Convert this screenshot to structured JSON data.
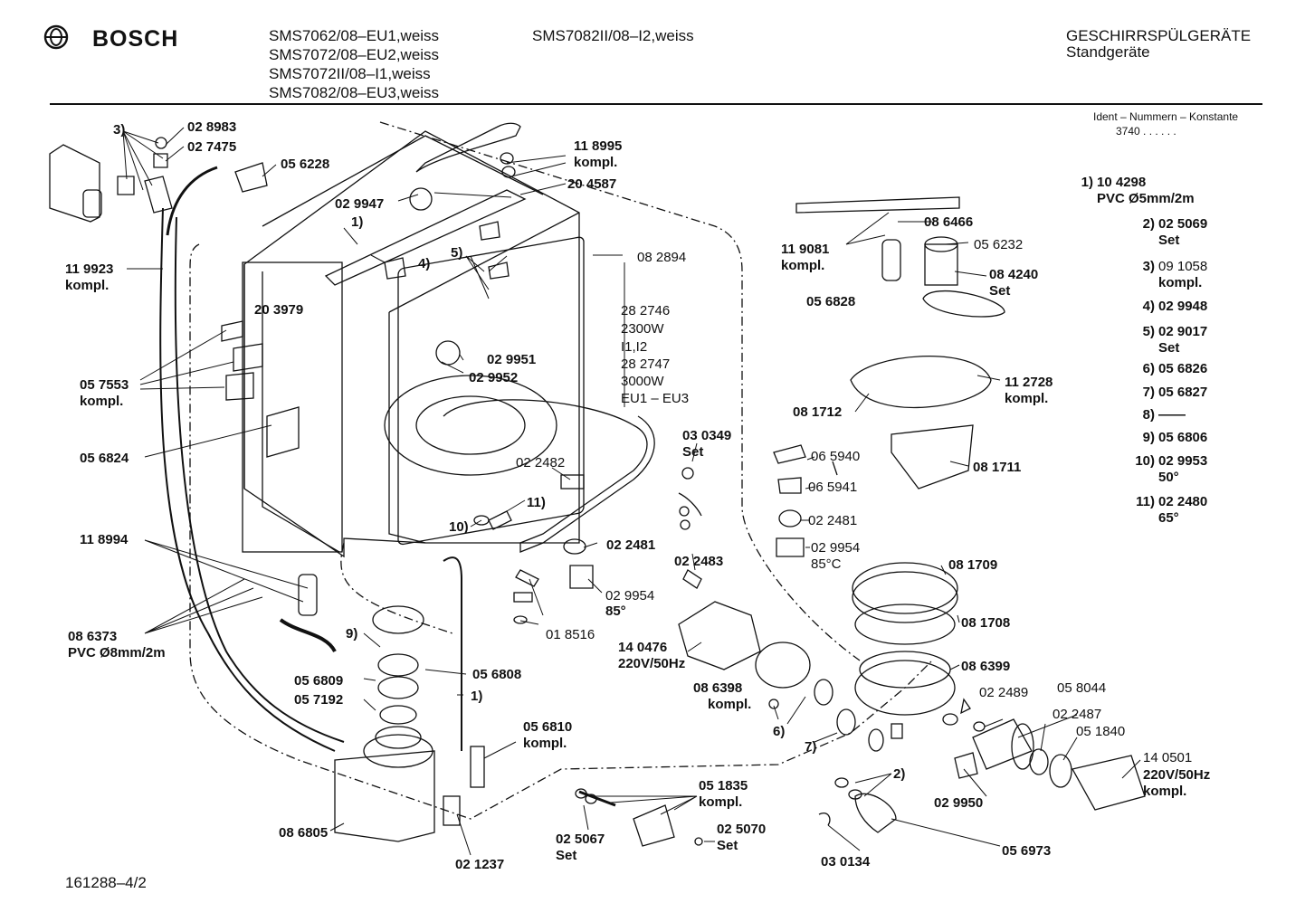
{
  "header": {
    "brand": "BOSCH",
    "models_col1": [
      "SMS7062/08–EU1,weiss",
      "SMS7072/08–EU2,weiss",
      "SMS7072II/08–I1,weiss",
      "SMS7082/08–EU3,weiss"
    ],
    "models_col2": [
      "SMS7082II/08–I2,weiss"
    ],
    "category": "GESCHIRRSPÜLGERÄTE",
    "subcategory": "Standgeräte",
    "ident_label": "Ident – Nummern – Konstante",
    "ident_value": "3740 . . . . . ."
  },
  "legend": [
    {
      "no": "1)",
      "text": "10 4298",
      "sub": "PVC Ø5mm/2m"
    },
    {
      "no": "2)",
      "text": "02 5069",
      "sub": "Set"
    },
    {
      "no": "3)",
      "text": "09 1058",
      "sub": "kompl."
    },
    {
      "no": "4)",
      "text": "02 9948",
      "sub": ""
    },
    {
      "no": "5)",
      "text": "02 9017",
      "sub": "Set"
    },
    {
      "no": "6)",
      "text": "05 6826",
      "sub": ""
    },
    {
      "no": "7)",
      "text": "05 6827",
      "sub": ""
    },
    {
      "no": "8)",
      "text": "——",
      "sub": ""
    },
    {
      "no": "9)",
      "text": "05 6806",
      "sub": ""
    },
    {
      "no": "10)",
      "text": "02 9953",
      "sub": "50°"
    },
    {
      "no": "11)",
      "text": "02 2480",
      "sub": "65°"
    }
  ],
  "labels": {
    "p028983": "02 8983",
    "p027475": "02 7475",
    "p056228": "05 6228",
    "n3": "3)",
    "p119923": "11 9923",
    "kompl_a": "kompl.",
    "p029947": "02 9947",
    "p118995": "11 8995",
    "kompl_b": "kompl.",
    "p204587": "20 4587",
    "n1a": "1)",
    "n4": "4)",
    "n5": "5)",
    "p082894": "08 2894",
    "p203979": "20 3979",
    "heater_1": "28 2746",
    "heater_2": "2300W",
    "heater_3": "I1,I2",
    "heater_4": "28 2747",
    "heater_5": "3000W",
    "heater_6": "EU1 – EU3",
    "p029951": "02 9951",
    "p029952": "02 9952",
    "p057553": "05 7553",
    "kompl_c": "kompl.",
    "p056824": "05 6824",
    "p022482": "02 2482",
    "n11": "11)",
    "n10": "10)",
    "p030349": "03 0349",
    "set_a": "Set",
    "p118994": "11 8994",
    "p022481a": "02 2481",
    "p022483": "02 2483",
    "p029954a": "02 9954",
    "deg85a": "85°",
    "p018516": "01 8516",
    "p086373": "08 6373",
    "pvc8": "PVC Ø8mm/2m",
    "n9": "9)",
    "p140476": "14 0476",
    "v220a": "220V/50Hz",
    "p056809": "05 6809",
    "p056808": "05 6808",
    "p057192": "05 7192",
    "n1b": "1)",
    "p056810": "05 6810",
    "kompl_d": "kompl.",
    "p086398": "08 6398",
    "kompl_e": "kompl.",
    "n6": "6)",
    "n7": "7)",
    "p086805": "08 6805",
    "p051835": "05 1835",
    "kompl_f": "kompl.",
    "p025067": "02 5067",
    "set_b": "Set",
    "p025070": "02 5070",
    "set_c": "Set",
    "p021237": "02 1237",
    "p030134": "03 0134",
    "p056973": "05 6973",
    "n2": "2)",
    "p029950": "02 9950",
    "p086466": "08 6466",
    "p119081": "11 9081",
    "kompl_g": "kompl.",
    "p056232": "05 6232",
    "p084240": "08 4240",
    "set_d": "Set",
    "p056828": "05 6828",
    "p112728": "11 2728",
    "kompl_h": "kompl.",
    "p081712": "08 1712",
    "p065940": "06 5940",
    "p081711": "08 1711",
    "p065941": "06 5941",
    "p022481b": "02 2481",
    "p029954b": "02 9954",
    "deg85b": "85°C",
    "p081709": "08 1709",
    "p081708": "08 1708",
    "p086399": "08 6399",
    "p022489": "02 2489",
    "p058044": "05 8044",
    "p022487": "02 2487",
    "p051840": "05 1840",
    "p140501": "14 0501",
    "v220b": "220V/50Hz",
    "kompl_i": "kompl."
  },
  "footer": {
    "drawing_no": "161288–4/2"
  }
}
